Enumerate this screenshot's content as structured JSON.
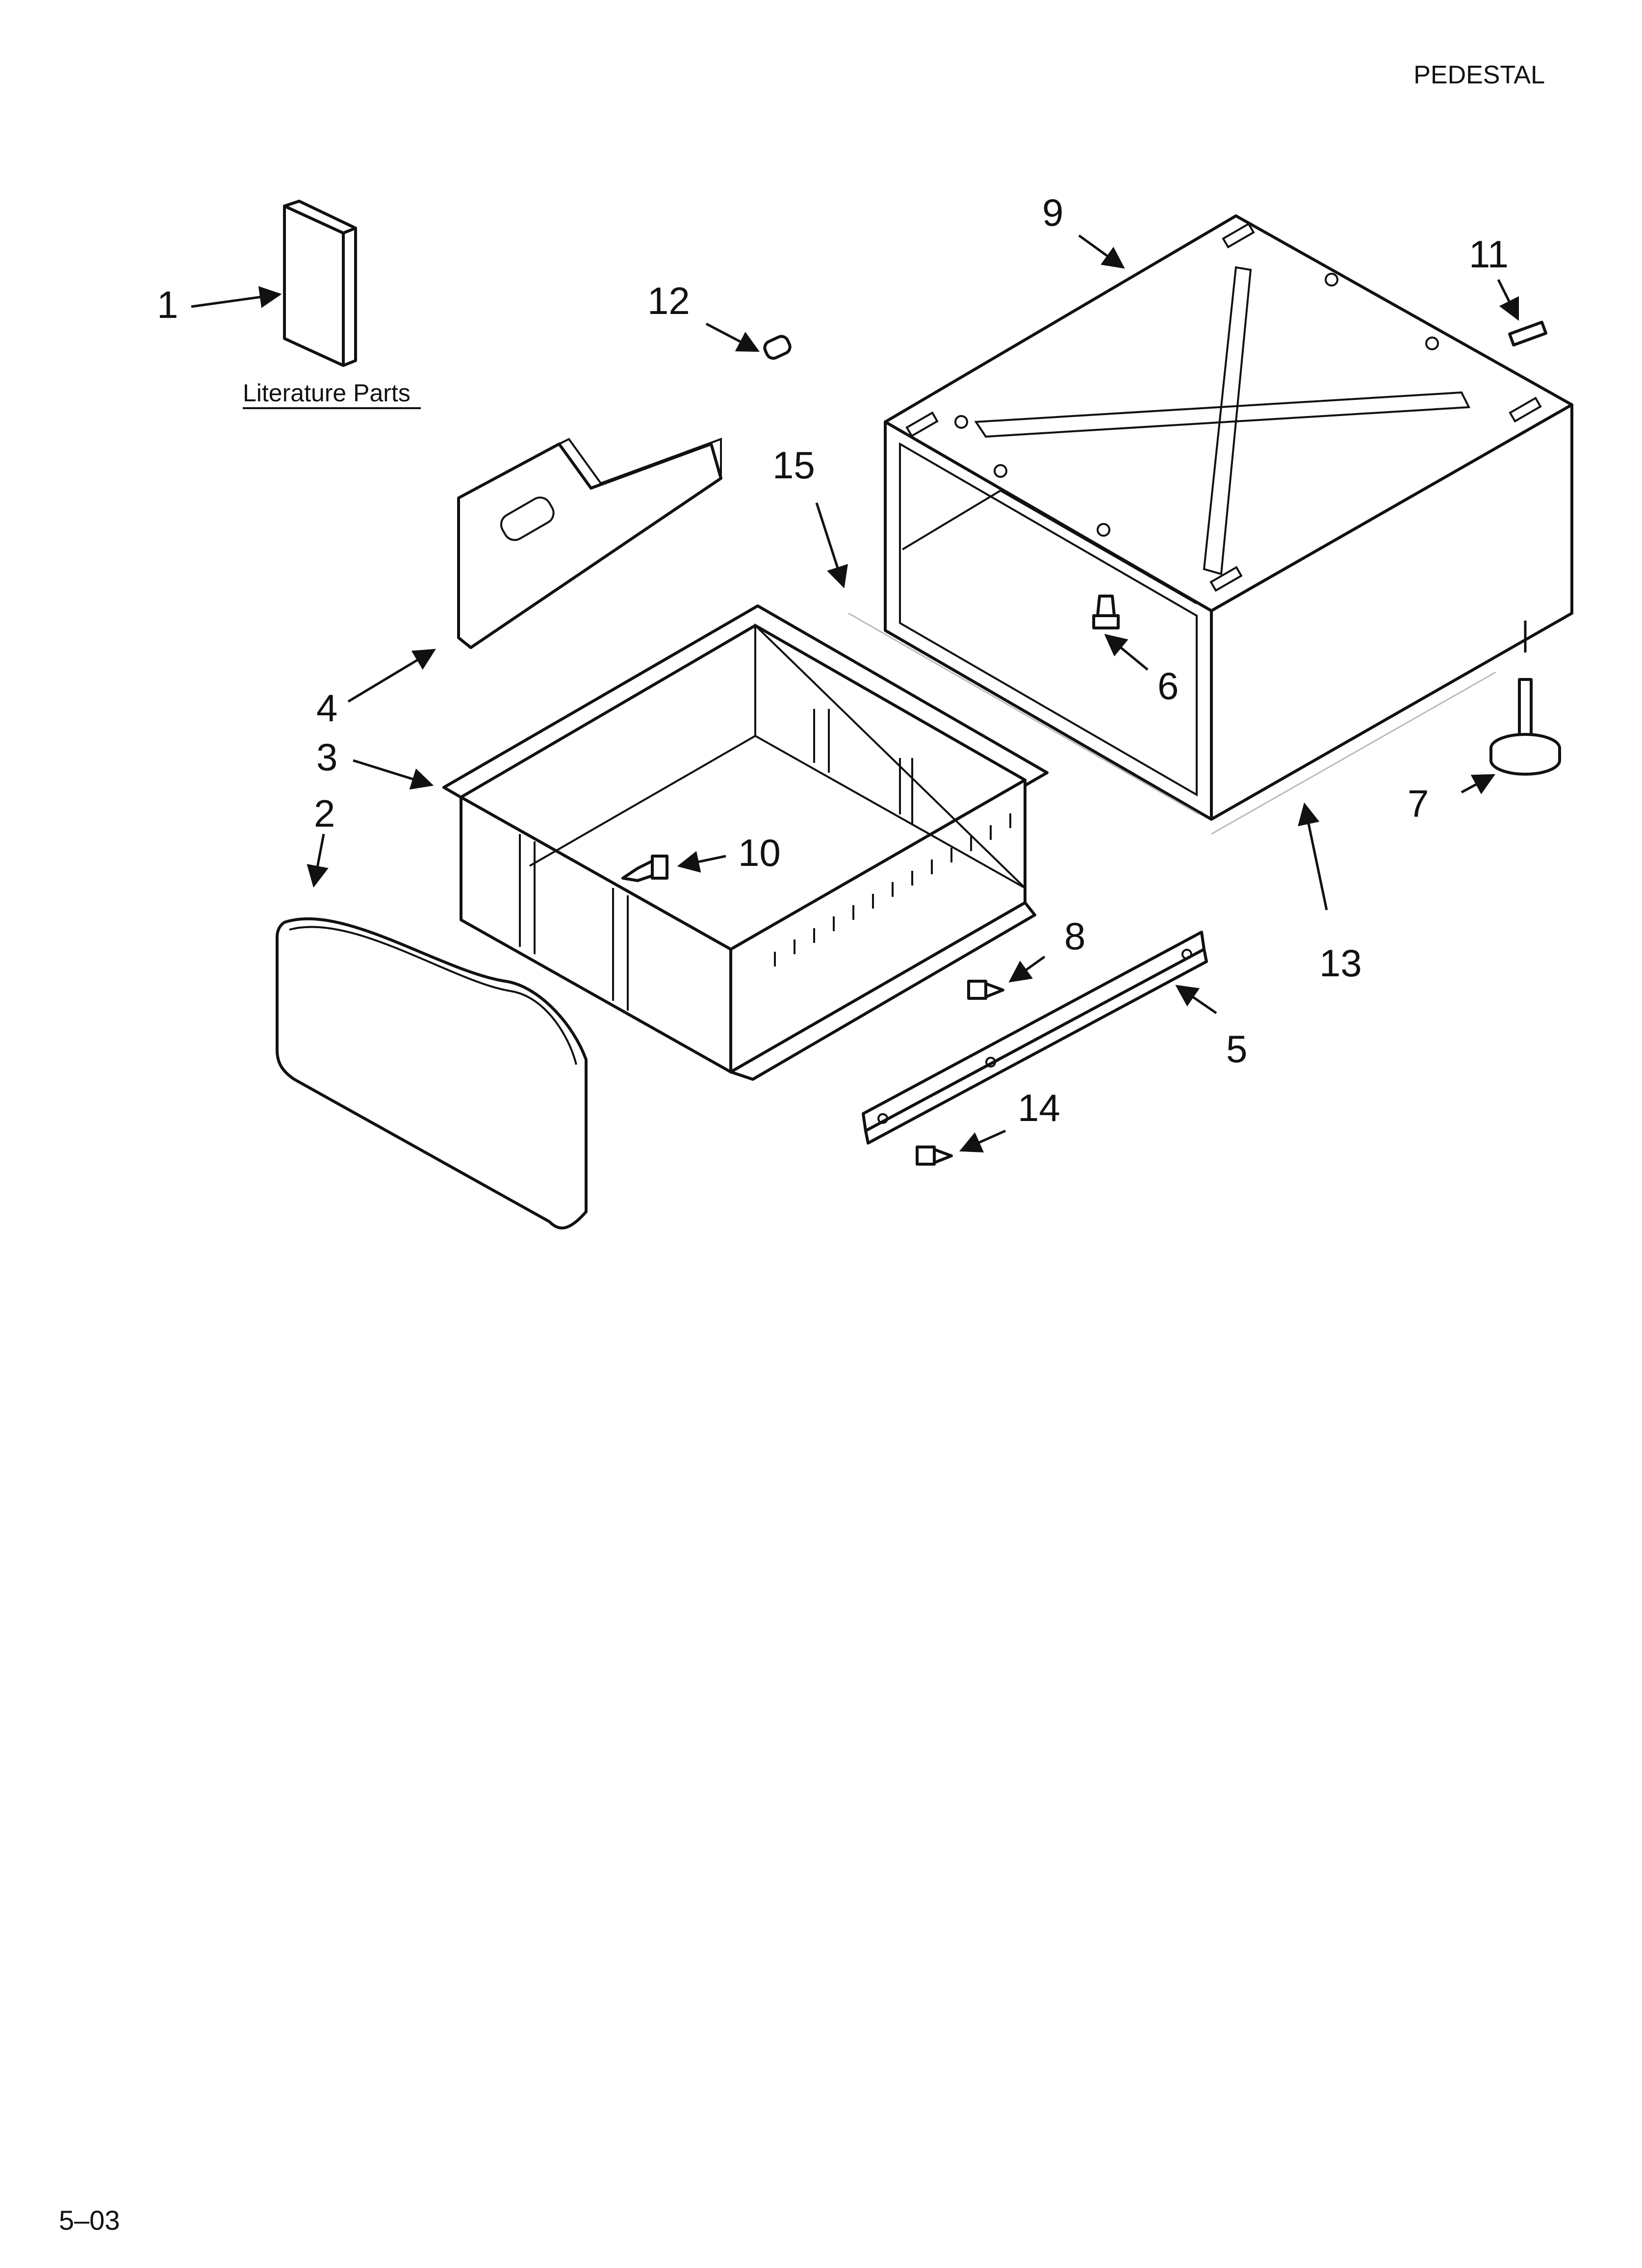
{
  "header": {
    "title": "PEDESTAL"
  },
  "footer": {
    "code": "5–03"
  },
  "literature_label": "Literature Parts",
  "callouts": {
    "c1": "1",
    "c2": "2",
    "c3": "3",
    "c4": "4",
    "c5": "5",
    "c6": "6",
    "c7": "7",
    "c8": "8",
    "c9": "9",
    "c10": "10",
    "c11": "11",
    "c12": "12",
    "c13": "13",
    "c14": "14",
    "c15": "15"
  }
}
